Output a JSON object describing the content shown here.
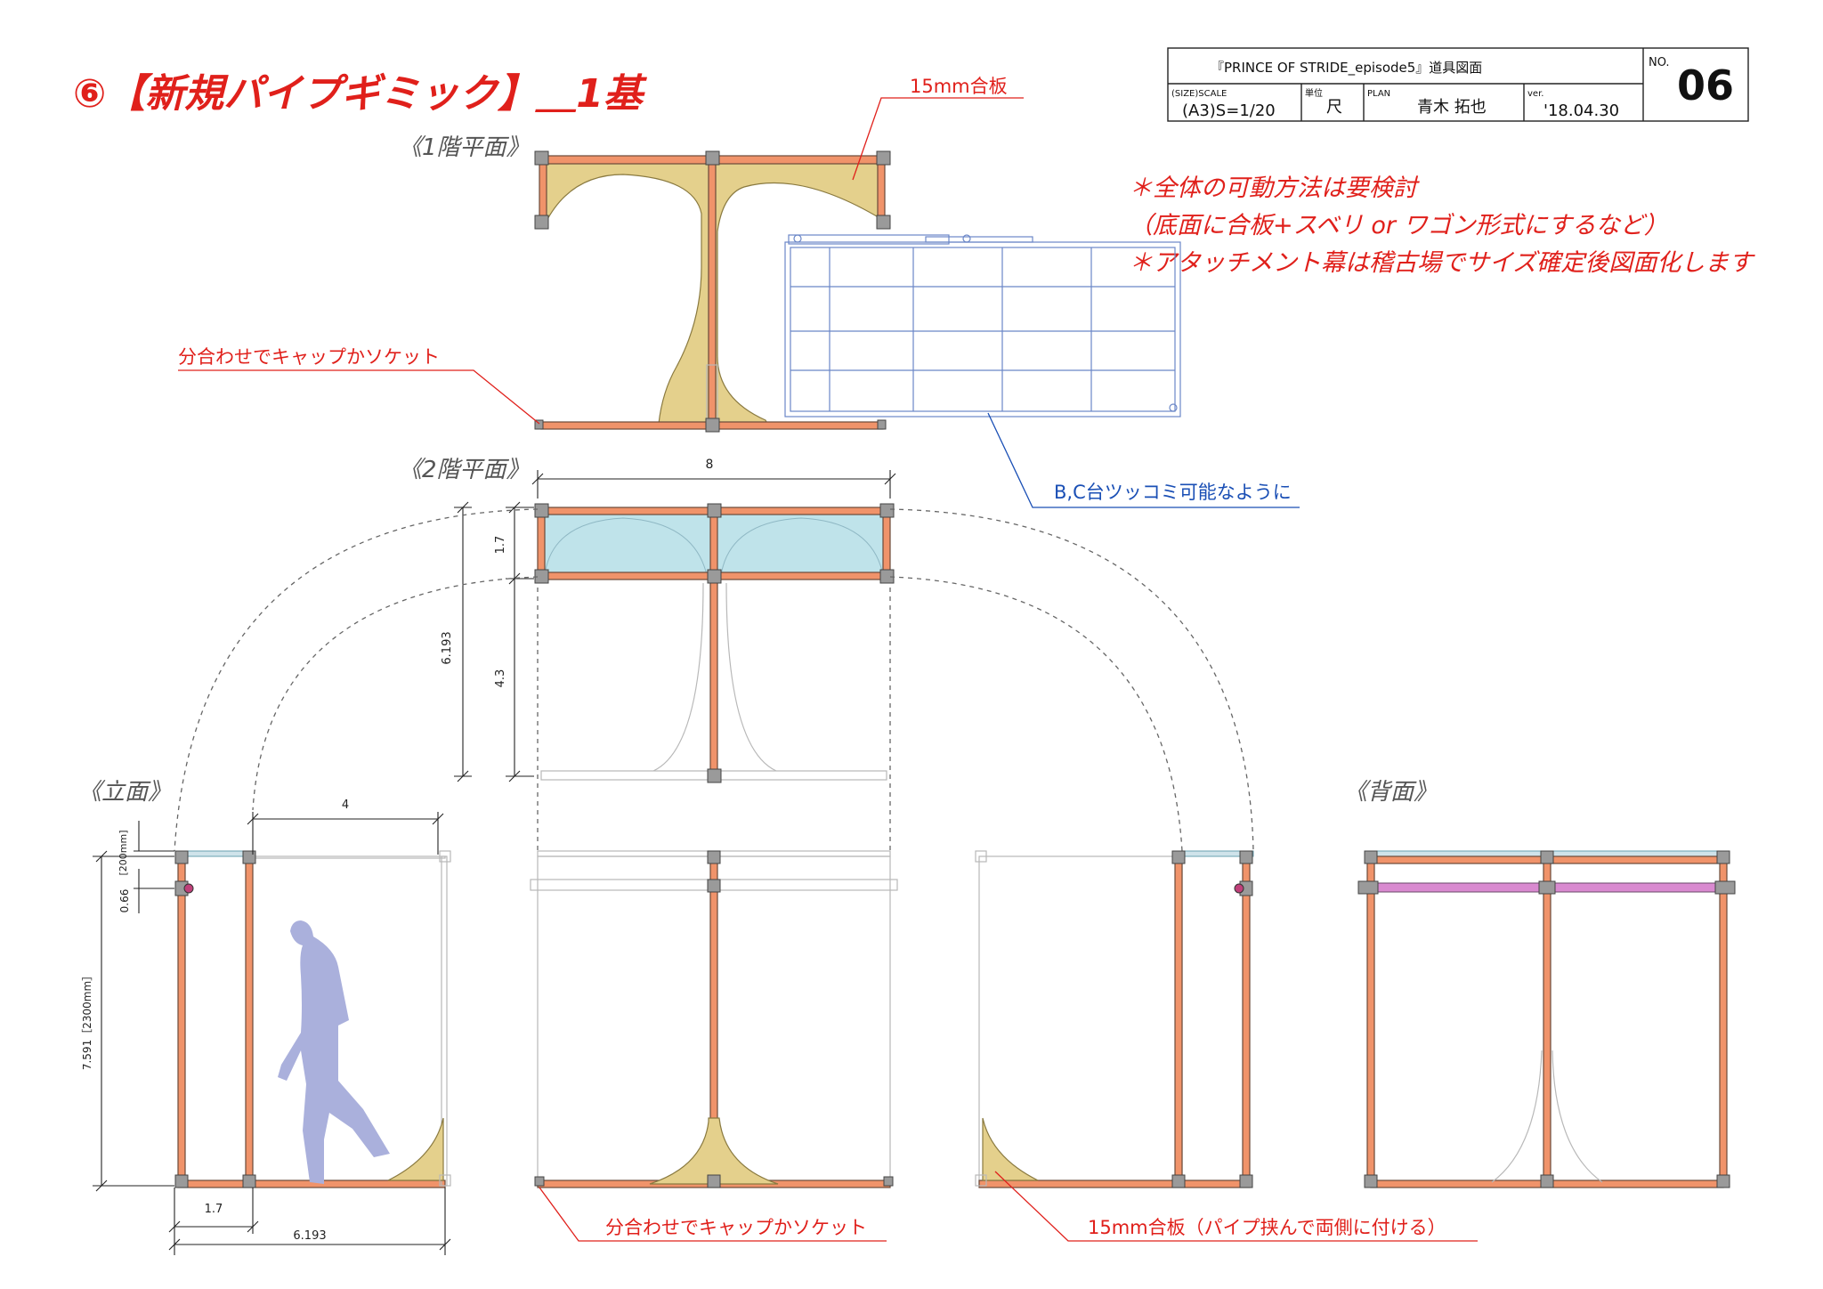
{
  "header": {
    "title": "⑥【新規パイプギミック】＿1基"
  },
  "title_block": {
    "drawing_name": "『PRINCE OF STRIDE_episode5』道具図面",
    "no_label": "NO.",
    "no_value": "06",
    "scale_label": "(SIZE)SCALE",
    "scale_value": "(A3)S=1/20",
    "unit_label": "単位",
    "unit_value": "尺",
    "plan_label": "PLAN",
    "plan_value": "青木 拓也",
    "ver_label": "ver.",
    "ver_value": "'18.04.30"
  },
  "notes": [
    "＊全体の可動方法は要検討",
    "（底面に合板+スベリ or ワゴン形式にするなど）",
    "＊アタッチメント幕は稽古場でサイズ確定後図面化します"
  ],
  "views": {
    "floor1": "《1階平面》",
    "floor2": "《2階平面》",
    "elevation": "《立面》",
    "back": "《背面》"
  },
  "callouts": {
    "plywood_top": "15mm合板",
    "cap_socket_top": "分合わせでキャップかソケット",
    "bc_access": "B,C台ツッコミ可能なように",
    "cap_socket_bottom": "分合わせでキャップかソケット",
    "plywood_bottom": "15mm合板（パイプ挟んで両側に付ける）"
  },
  "dimensions": {
    "plan_width": "8",
    "plan_depth_top": "1.7",
    "plan_depth_total": "6.193",
    "plan_depth_lower": "4.3",
    "elev_width_upper": "4",
    "elev_top_gap": "[200mm]",
    "elev_rail_gap": "0.66",
    "elev_height": "7.591［2300mm］",
    "elev_bay": "1.7",
    "elev_depth": "6.193"
  },
  "colors": {
    "accent_red": "#e0201b",
    "accent_blue": "#1a4fb5",
    "pipe": "#f0936a",
    "plywood": "#e4d08c",
    "joint": "#9a9a9a",
    "rail": "#d98ad0",
    "figure": "#aab0dc"
  }
}
